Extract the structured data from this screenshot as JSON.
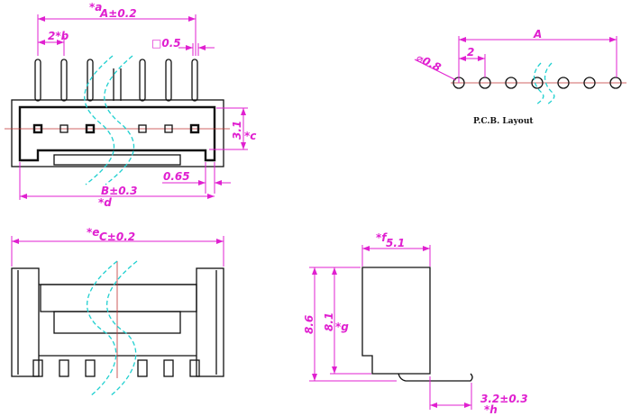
{
  "top_view": {
    "dim_a_tag": "*a",
    "dim_a": "A±0.2",
    "dim_pitch": "2*b",
    "dim_pin": "□0.5",
    "dim_height": "3.1",
    "dim_height_tag": "*c",
    "dim_offset": "0.65",
    "dim_b": "B±0.3",
    "dim_b_tag": "*d"
  },
  "pcb_layout": {
    "dim_a": "A",
    "dim_pitch": "2",
    "dim_hole": "⌀0.8",
    "title": "P.C.B.  Layout"
  },
  "front_view": {
    "dim_c_tag": "*e",
    "dim_c": "C±0.2"
  },
  "side_view": {
    "dim_width_tag": "*f",
    "dim_width": "5.1",
    "dim_total_height": "8.6",
    "dim_body_height": "8.1",
    "dim_body_height_tag": "*g",
    "dim_pin_length": "3.2±0.3",
    "dim_pin_length_tag": "*h"
  }
}
